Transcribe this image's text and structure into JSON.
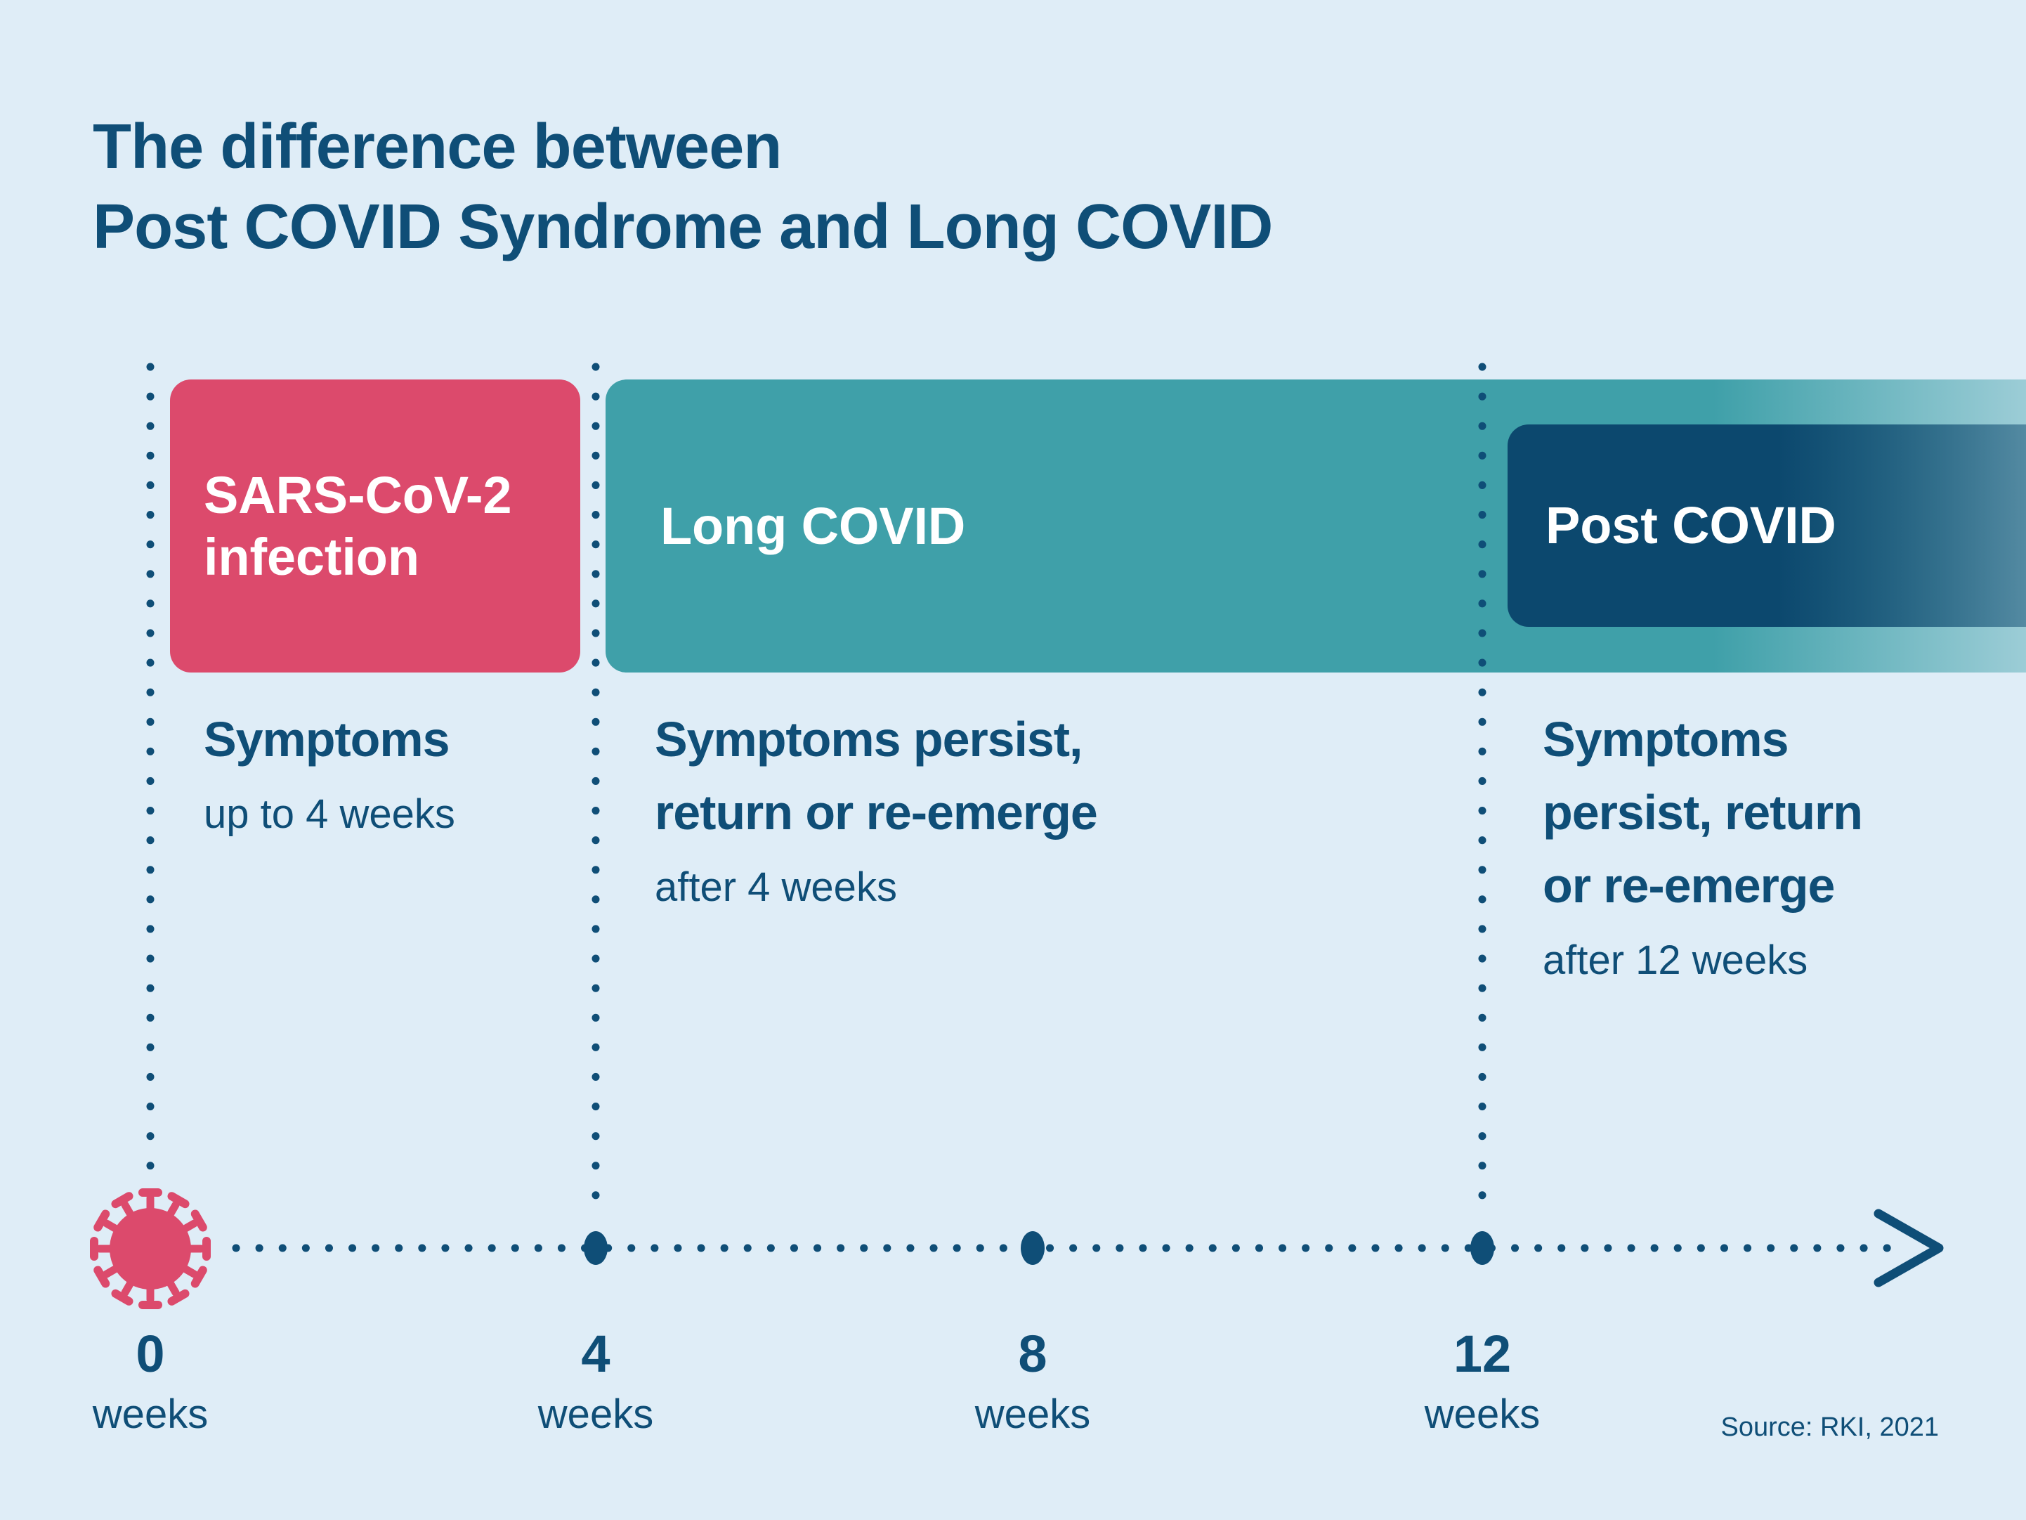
{
  "title": {
    "line1": "The difference between",
    "line2": "Post COVID Syndrome and Long COVID"
  },
  "phases": {
    "sars": {
      "line1": "SARS-CoV-2",
      "line2": "infection"
    },
    "long_covid": {
      "label": "Long COVID"
    },
    "post_covid": {
      "label": "Post COVID"
    }
  },
  "annotations": {
    "sars": {
      "line1": "Symptoms",
      "detail": "up to 4 weeks"
    },
    "long_covid": {
      "line1": "Symptoms persist,",
      "line2": "return or re-emerge",
      "detail": "after 4 weeks"
    },
    "post_covid": {
      "line1": "Symptoms",
      "line2": "persist, return",
      "line3": "or re-emerge",
      "detail": "after 12 weeks"
    }
  },
  "timeline": {
    "ticks": [
      {
        "value": "0",
        "unit": "weeks"
      },
      {
        "value": "4",
        "unit": "weeks"
      },
      {
        "value": "8",
        "unit": "weeks"
      },
      {
        "value": "12",
        "unit": "weeks"
      }
    ]
  },
  "source": "Source: RKI, 2021",
  "colors": {
    "background": "#DFEDF7",
    "pink": "#DC4A6C",
    "teal": "#3FA0A9",
    "navy_box": "#0C486E",
    "text_blue": "#0F4E77",
    "label_white": "#FFFFFF"
  }
}
